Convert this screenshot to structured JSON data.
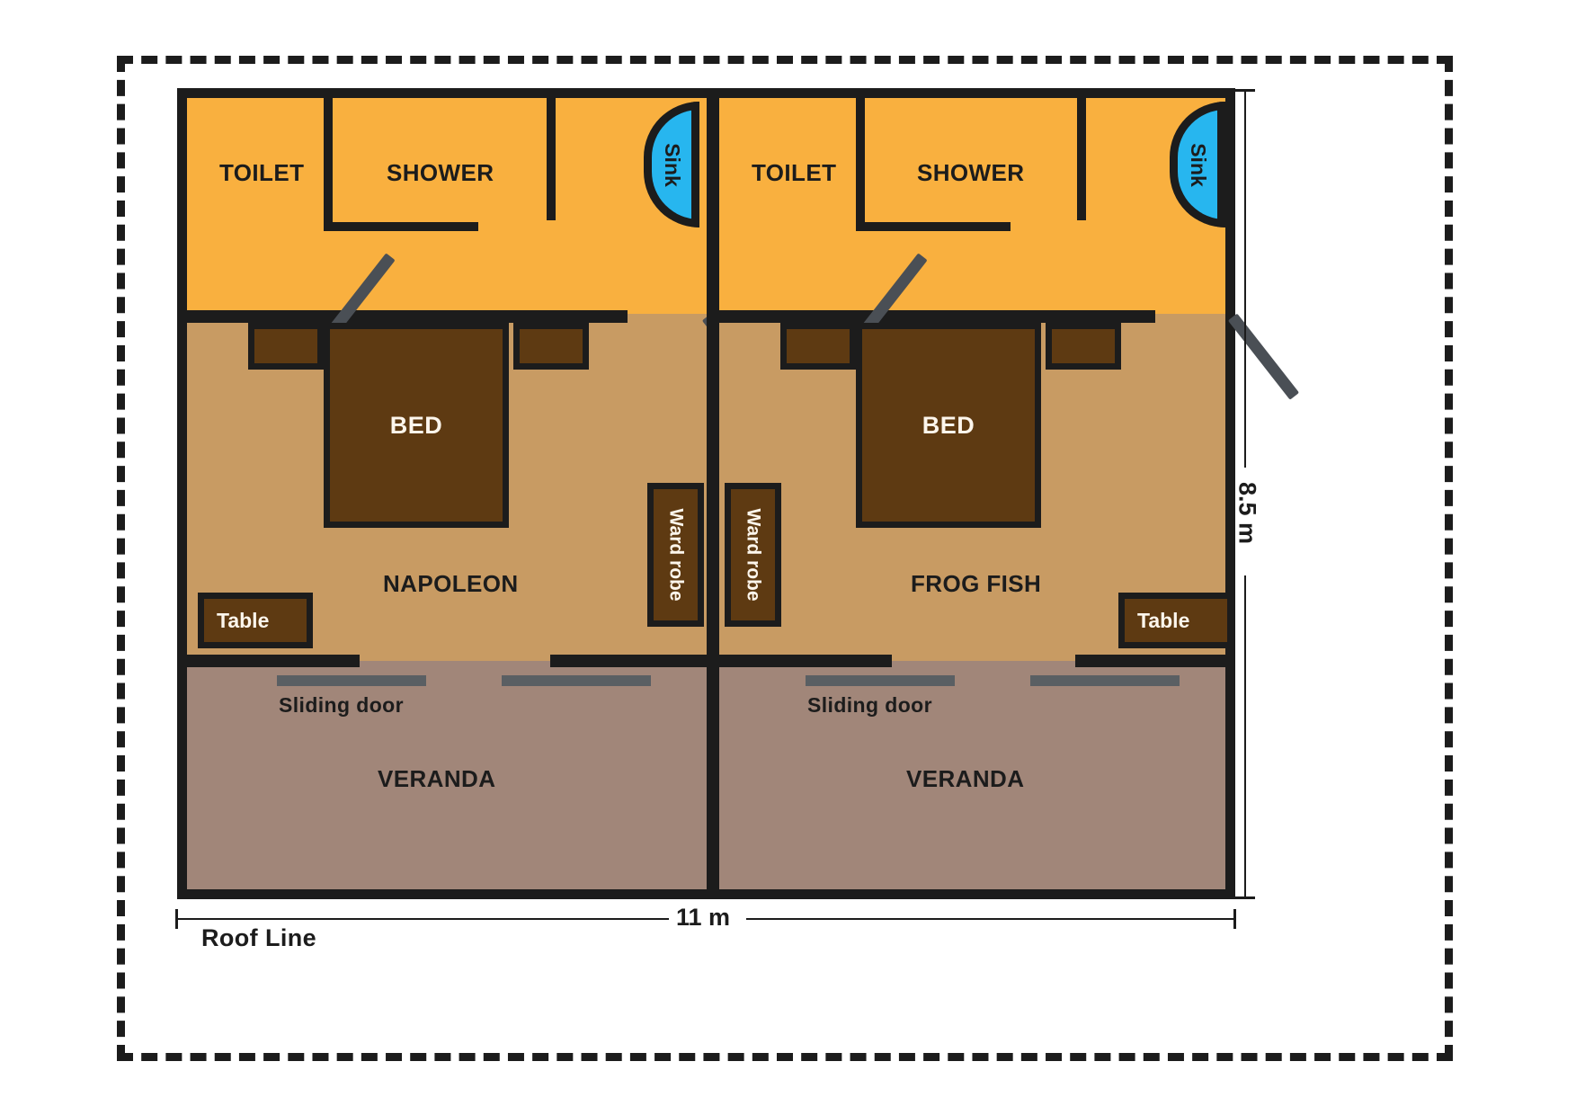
{
  "diagram": {
    "type": "floor-plan",
    "title_labels": {
      "roof_line": "Roof Line"
    },
    "dimensions": {
      "width_label": "11 m",
      "height_label": "8.5 m"
    },
    "colors": {
      "bathroom": "#f9b03f",
      "bedroom": "#c89b63",
      "veranda": "#a18679",
      "furniture": "#5e3a12",
      "sink": "#27b6ef",
      "wall": "#1c1c1c",
      "door": "#4a4f55",
      "sliding_panel": "#5a5f63",
      "background": "#ffffff"
    }
  },
  "units": [
    {
      "id": "left",
      "room_name": "NAPOLEON",
      "bathroom": {
        "toilet_label": "TOILET",
        "shower_label": "SHOWER",
        "sink_label": "Sink"
      },
      "bed_label": "BED",
      "table_label": "Table",
      "wardrobe_label": "Ward robe",
      "veranda_label": "VERANDA",
      "sliding_door_label": "Sliding door"
    },
    {
      "id": "right",
      "room_name": "FROG FISH",
      "bathroom": {
        "toilet_label": "TOILET",
        "shower_label": "SHOWER",
        "sink_label": "Sink"
      },
      "bed_label": "BED",
      "table_label": "Table",
      "wardrobe_label": "Ward robe",
      "veranda_label": "VERANDA",
      "sliding_door_label": "Sliding door"
    }
  ]
}
